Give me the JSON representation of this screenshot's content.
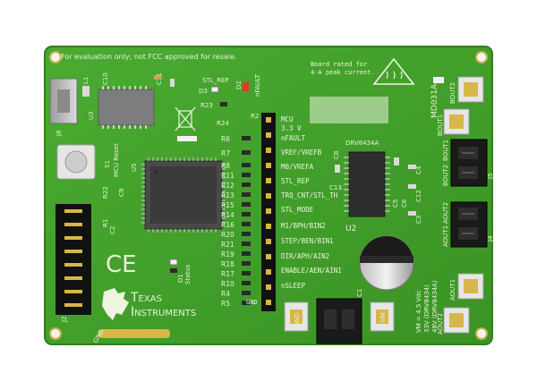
{
  "board": {
    "notice": "For evaluation only; not FCC approved for resale.",
    "rating_line1": "Board rated for",
    "rating_line2": "4-A peak current.",
    "part_id": "MD031A-",
    "logo_line1": "Texas",
    "logo_line2": "Instruments",
    "ce_mark": "CE",
    "colors": {
      "pcb": "#3f9f2a",
      "pcb_edge": "#2f7f1e",
      "silk": "#e8f0d8",
      "header": "#111111",
      "pad": "#d8b648"
    }
  },
  "references": {
    "j6": "J6",
    "l1": "L1",
    "c10": "C10",
    "c11": "C11",
    "u3": "U3",
    "u5": "U5",
    "s1": "S1",
    "mcu_reset": "MCU Reset",
    "r22": "R22",
    "r23": "R23",
    "c9": "C9",
    "d3": "D3",
    "stl_rep": "STL_REP",
    "d2": "D2",
    "nfault_led": "nFAULT",
    "r24": "R24",
    "r2": "R2",
    "j2": "J2",
    "r1": "R1",
    "c2": "C2",
    "status": "Status",
    "d1": "D1",
    "r5_left": "R5",
    "gnd_bottom": "GND",
    "gnd_pad": "GND",
    "u2": "U2",
    "u2_part": "DRV8434A",
    "c8": "C8",
    "c13": "C13",
    "c5": "C5",
    "c6": "C6",
    "c12": "C12",
    "c4": "C4",
    "c3": "C3",
    "c1": "C1",
    "j5": "J5",
    "j4": "J4",
    "vm_rating": "VM = 4.5 Vdc",
    "vm_line2": "33V (DRV8434)",
    "vm_line3": "48V (DRV8434A)"
  },
  "resistors": [
    "R6",
    "R7",
    "R8",
    "R11",
    "R12",
    "R13",
    "R15",
    "R14",
    "R16",
    "R20",
    "R21",
    "R19",
    "R18",
    "R17",
    "R10",
    "R4",
    "R5"
  ],
  "header_labels": [
    "MCU",
    "3.3 V",
    "nFAULT",
    "VREF/VREFB",
    "M0/VREFA",
    "STL_REP",
    "TRQ_CNT/STL_TH",
    "STL_MODE",
    "M1/BPH/BIN2",
    "STEP/BEN/BIN1",
    "DIR/APH/AIN2",
    "ENABLE/AEN/AIN1",
    "nSLEEP",
    "GND"
  ],
  "terminals": {
    "bout1": "BOUT1",
    "bout2": "BOUT2",
    "aout1": "AOUT1",
    "aout2": "AOUT2",
    "bout2_top": "BOUT2",
    "bout1_top": "BOUT1",
    "aout1_bot": "AOUT1",
    "aout2_bot": "AOUT2",
    "vm": "VM"
  }
}
